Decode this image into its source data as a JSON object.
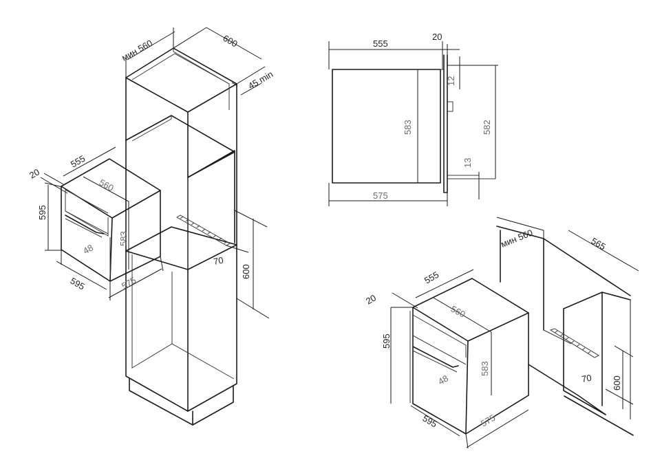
{
  "labels": {
    "min560_a": "мин 560",
    "w600_top": "600",
    "d45min": "45 min",
    "w555_a": "555",
    "d20_a": "20",
    "h595_a": "595",
    "w560_a": "560",
    "h583_a": "583",
    "d48_a": "48",
    "w595_a": "595",
    "d575_a": "575",
    "d70_a": "70",
    "h600_a": "600",
    "w555_b": "555",
    "d20_b": "20",
    "h12": "12",
    "h583_b": "583",
    "h582": "582",
    "h13": "13",
    "d575_b": "575",
    "min560_c": "мин 560",
    "d565": "565",
    "w555_c": "555",
    "d20_c": "20",
    "w560_c": "560",
    "h595_c": "595",
    "h583_c": "583",
    "d48_c": "48",
    "w595_c": "595",
    "d575_c": "575",
    "d70_c": "70",
    "h600_c": "600"
  }
}
